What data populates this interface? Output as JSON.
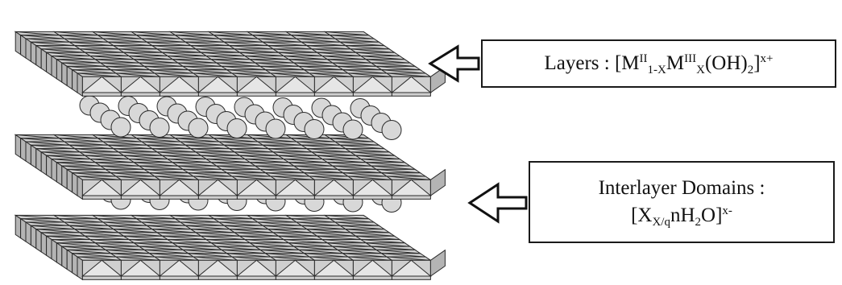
{
  "layers_label": {
    "text": "Layers : ",
    "m": "M",
    "sup1": "II",
    "sub1": "1-X",
    "m2": "M",
    "sup2": "III",
    "sub2": "X",
    "oh": "(OH)",
    "sub3": "2",
    "close": "]",
    "charge": "x+"
  },
  "interlayer_label": {
    "line1": "Interlayer Domains :",
    "open": "[X",
    "sub1": "X/q",
    "mid": "nH",
    "sub2": "2",
    "end": "O]",
    "charge": "x-"
  },
  "colors": {
    "octahedron_face_light": "#e6e6e6",
    "octahedron_face_mid": "#cfcfcf",
    "octahedron_face_dark": "#b4b4b4",
    "sphere": "#d8d8d8",
    "line": "#2a2a2a"
  }
}
